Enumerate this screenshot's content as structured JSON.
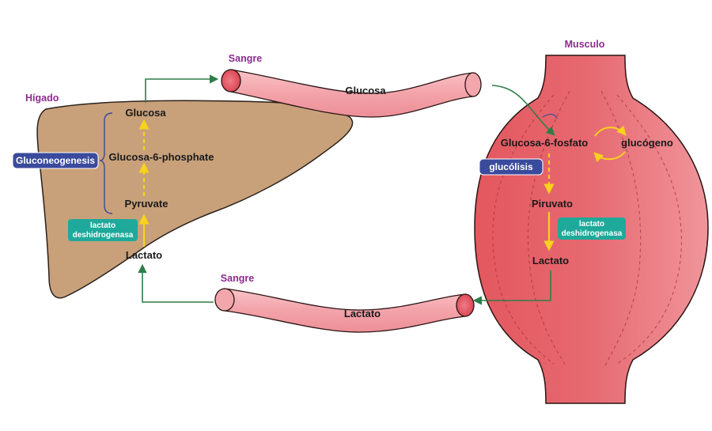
{
  "colors": {
    "liver_fill": "#c8a07a",
    "muscle_fill": "#e4666c",
    "vessel_fill": "#f3a7ad",
    "vessel_end": "#e8515f",
    "title_purple": "#8e2a8e",
    "badge_blue": "#3a4a9c",
    "badge_teal": "#1fa99a",
    "arrow_green": "#2e7d4a",
    "pathway_yellow": "#f7d31c"
  },
  "liver": {
    "title": "Hígado",
    "glucose": "Glucosa",
    "g6p": "Glucosa-6-phosphate",
    "pyruvate": "Pyruvate",
    "lactate": "Lactato",
    "process_badge": "Gluconeogenesis",
    "enzyme_line1": "lactato",
    "enzyme_line2": "deshidrogenasa"
  },
  "muscle": {
    "title": "Musculo",
    "g6p": "Glucosa-6-fosfato",
    "glycogen": "glucógeno",
    "pyruvate": "Piruvato",
    "lactate": "Lactato",
    "process_badge": "glucólisis",
    "enzyme_line1": "lactato",
    "enzyme_line2": "deshidrogenasa"
  },
  "blood_top": {
    "title": "Sangre",
    "content": "Glucosa"
  },
  "blood_bottom": {
    "title": "Sangre",
    "content": "Lactato"
  }
}
